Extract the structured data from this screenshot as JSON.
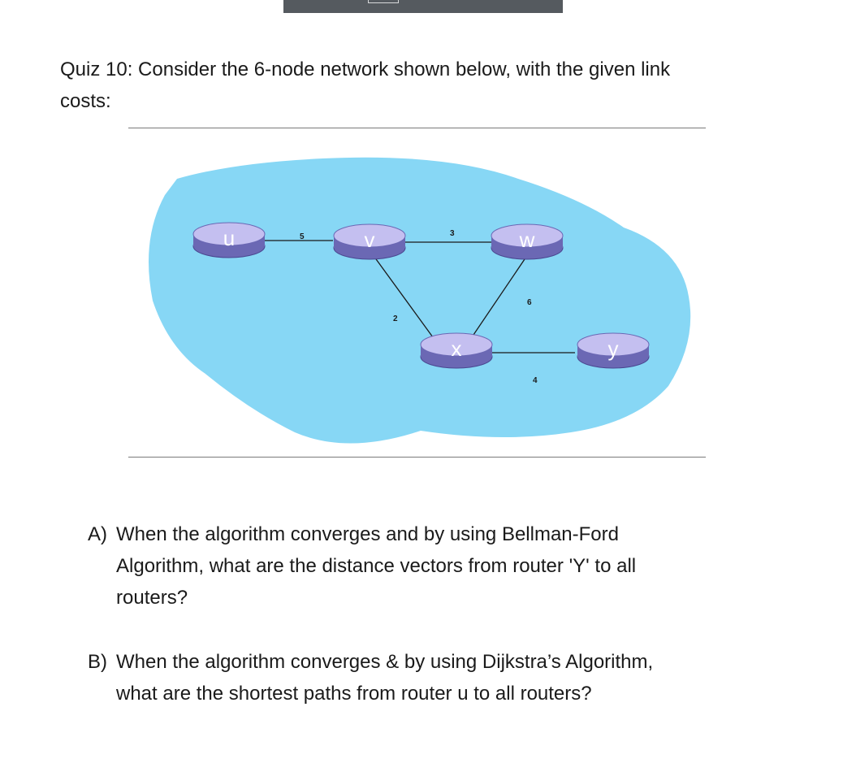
{
  "window": {
    "bar_color": "#555a5f"
  },
  "quiz": {
    "title_line1": "Quiz 10: Consider the 6-node network shown below, with the given link",
    "title_line2": "costs:"
  },
  "network": {
    "background_color": "#87d7f5",
    "router_color": "#c4bff0",
    "nodes": [
      {
        "id": "u",
        "label": "u"
      },
      {
        "id": "v",
        "label": "v"
      },
      {
        "id": "w",
        "label": "w"
      },
      {
        "id": "x",
        "label": "x"
      },
      {
        "id": "y",
        "label": "y"
      }
    ],
    "links": [
      {
        "from": "u",
        "to": "v",
        "cost": "5"
      },
      {
        "from": "v",
        "to": "w",
        "cost": "3"
      },
      {
        "from": "v",
        "to": "x",
        "cost": "2"
      },
      {
        "from": "w",
        "to": "x",
        "cost": "6"
      },
      {
        "from": "x",
        "to": "y",
        "cost": "4"
      }
    ]
  },
  "questions": {
    "a": {
      "letter": "A)",
      "line1": "When the algorithm converges and by using Bellman-Ford",
      "line2": "Algorithm, what are the distance vectors from router 'Y' to all",
      "line3": "routers?"
    },
    "b": {
      "letter": "B)",
      "line1": "When the algorithm converges & by using Dijkstra’s Algorithm,",
      "line2": "what are the shortest paths from router u to all routers?"
    }
  }
}
